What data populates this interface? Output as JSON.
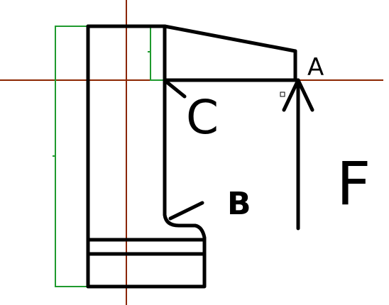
{
  "diagram": {
    "labels": {
      "a": "A",
      "b": "B",
      "c": "C",
      "f": "F"
    },
    "colors": {
      "outline": "#000000",
      "centerline": "#8b2500",
      "dimension": "#1f9a2e",
      "background": "#ffffff"
    }
  }
}
